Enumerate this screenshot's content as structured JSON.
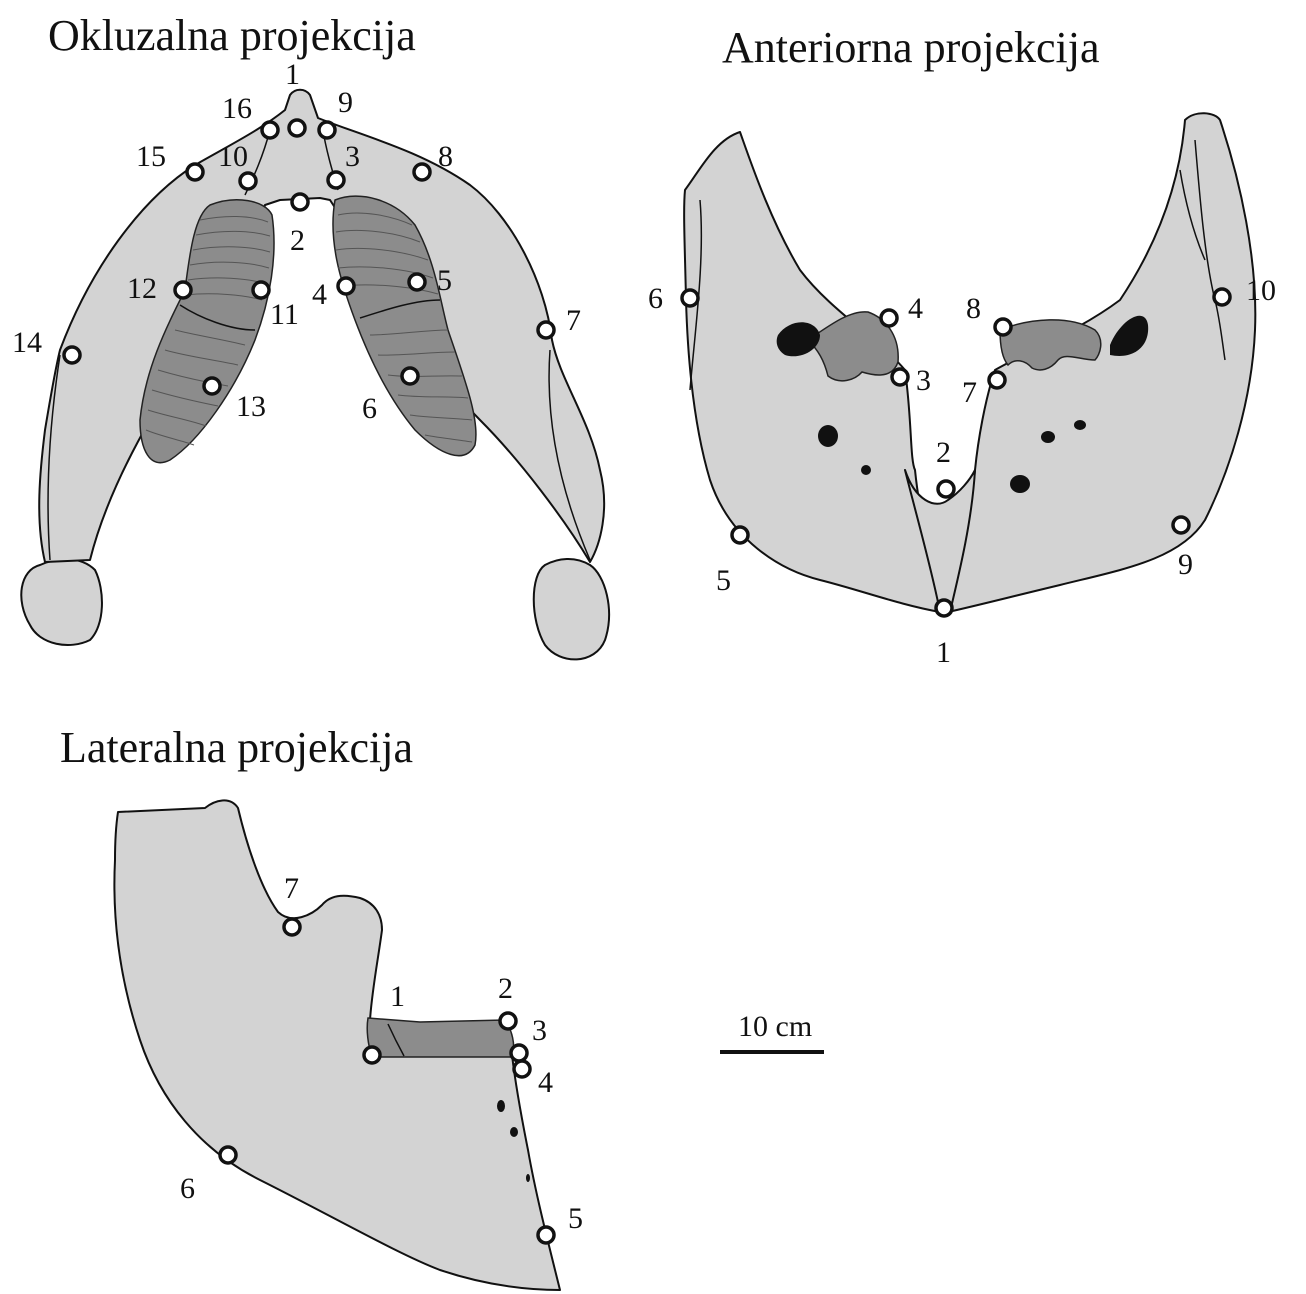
{
  "titles": {
    "occlusal": "Okluzalna projekcija",
    "anterior": "Anteriorna projekcija",
    "lateral": "Lateralna projekcija"
  },
  "scale_bar": {
    "label": "10 cm"
  },
  "occlusal_labels": [
    "1",
    "2",
    "3",
    "4",
    "5",
    "6",
    "7",
    "8",
    "9",
    "10",
    "11",
    "12",
    "13",
    "14",
    "15",
    "16"
  ],
  "anterior_labels": [
    "1",
    "2",
    "3",
    "4",
    "5",
    "6",
    "7",
    "8",
    "9",
    "10"
  ],
  "lateral_labels": [
    "1",
    "2",
    "3",
    "4",
    "5",
    "6",
    "7"
  ]
}
